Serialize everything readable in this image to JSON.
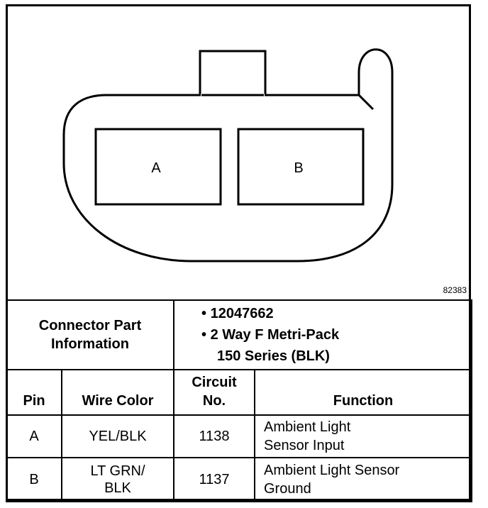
{
  "diagram": {
    "cavity_labels": [
      "A",
      "B"
    ],
    "figure_number": "82383"
  },
  "connector_info": {
    "label_line1": "Connector Part",
    "label_line2": "Information",
    "part_number": "12047662",
    "description_line1": "2 Way F Metri-Pack",
    "description_line2": "150 Series (BLK)",
    "bullet_char": "•"
  },
  "pin_table": {
    "headers": {
      "pin": "Pin",
      "wire_color": "Wire Color",
      "circuit_line1": "Circuit",
      "circuit_line2": "No.",
      "function": "Function"
    },
    "rows": [
      {
        "pin": "A",
        "wire_color_line1": "YEL/BLK",
        "wire_color_line2": "",
        "circuit": "1138",
        "function_line1": "Ambient Light",
        "function_line2": "Sensor Input"
      },
      {
        "pin": "B",
        "wire_color_line1": "LT GRN/",
        "wire_color_line2": "BLK",
        "circuit": "1137",
        "function_line1": "Ambient Light Sensor",
        "function_line2": "Ground"
      }
    ]
  }
}
